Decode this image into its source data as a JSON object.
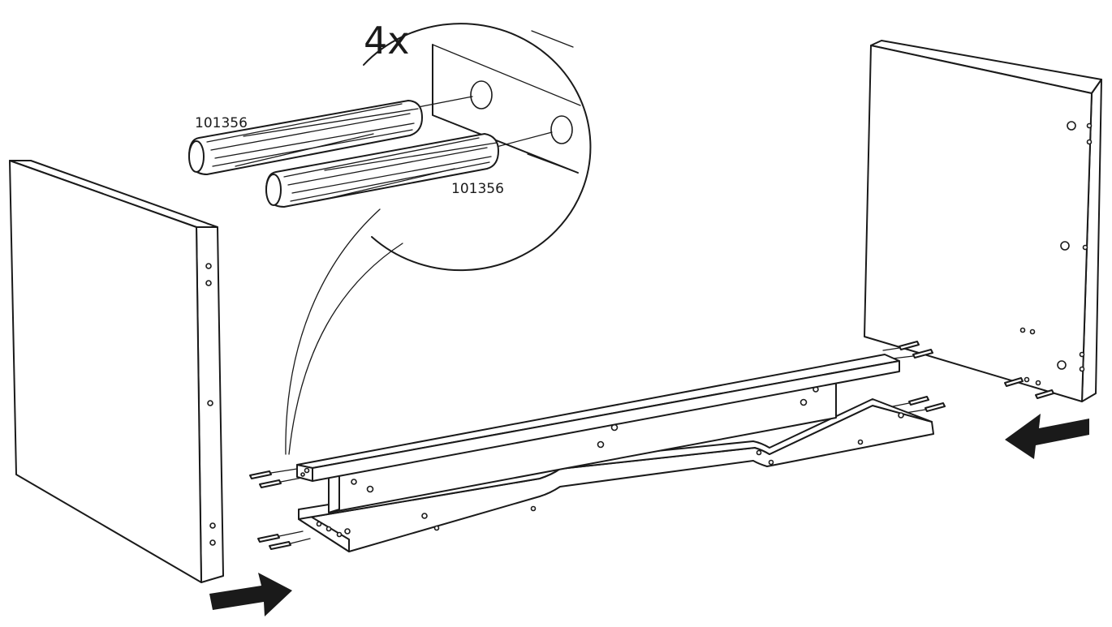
{
  "callout": {
    "quantity": "4x",
    "part_label_top": "101356",
    "part_label_bottom": "101356"
  },
  "icons": {
    "arrow_left_side": "arrow-right-icon",
    "arrow_right_side": "arrow-left-icon"
  },
  "colors": {
    "line": "#1a1a1a",
    "background": "#ffffff"
  }
}
